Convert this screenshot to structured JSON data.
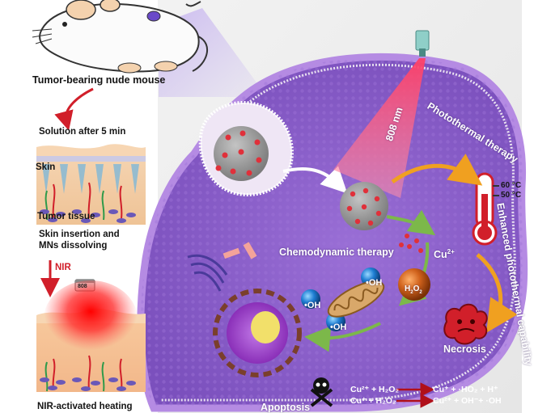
{
  "labels": {
    "mouse": "Tumor-bearing nude mouse",
    "solution": "Solution after 5 min",
    "skin": "Skin",
    "tumor_tissue": "Tumor tissue",
    "insertion_1": "Skin insertion and",
    "insertion_2": "MNs dissolving",
    "nir": "NIR",
    "laser_tag": "808",
    "heating": "NIR-activated heating",
    "wavelength": "808 nm",
    "photothermal": "Photothermal therapy",
    "enhanced": "Enhanced photothermal capability",
    "temp_high": "60 °C",
    "temp_low": "50 °C",
    "chemodynamic": "Chemodynamic therapy",
    "cu2": "Cu",
    "cu2_charge": "2+",
    "oh": "OH",
    "oh_dot": "•",
    "h2o2": "H",
    "h2o2_sub1": "2",
    "h2o2_o": "O",
    "h2o2_sub2": "2",
    "necrosis": "Necrosis",
    "apoptosis": "Apoptosis"
  },
  "equations": {
    "eq1_left": "Cu²⁺ + H₂O₂",
    "eq1_right": "Cu⁺ + ·HO₂ + H⁺",
    "eq2_left": "Cu⁺ + H₂O₂",
    "eq2_right": "Cu²⁺ + OH⁻+ ·OH"
  },
  "colors": {
    "cell_body": "#8a5fc9",
    "membrane": "#b58be3",
    "laser": "#ff5a7a",
    "arrow_red": "#d11f2a",
    "arrow_orange": "#f0a020",
    "arrow_green": "#7cb84a",
    "nanoparticle": "#9a9a9a",
    "dots": "#e0303a"
  }
}
